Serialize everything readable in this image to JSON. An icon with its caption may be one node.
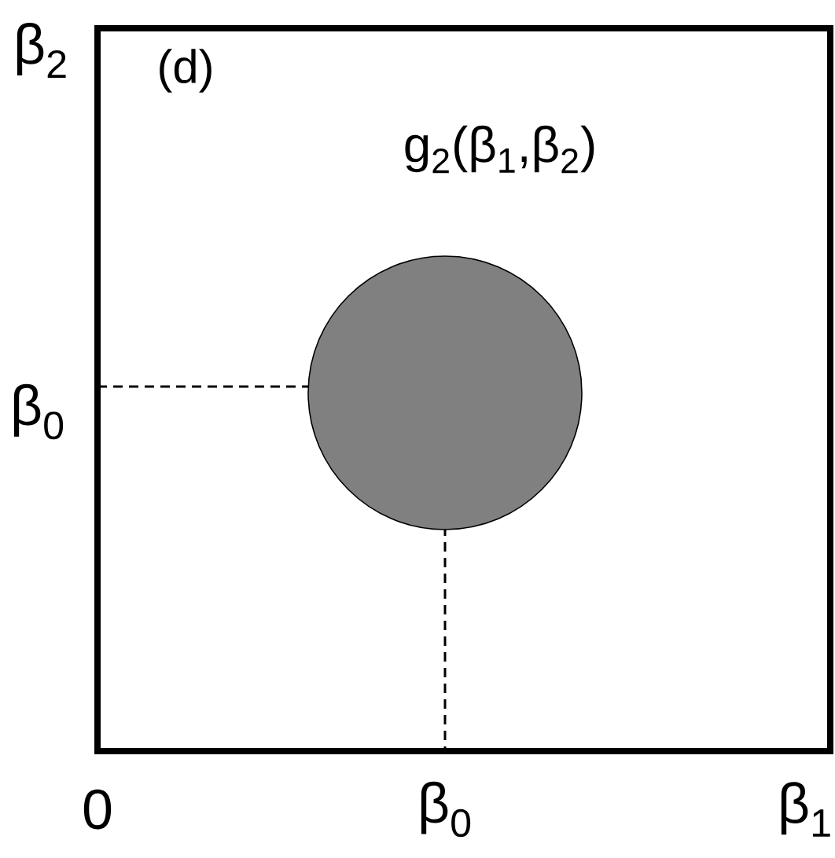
{
  "diagram": {
    "nodes": [
      {
        "text": [],
        "shape": "circle"
      }
    ],
    "labels": [
      "β$_{2}$",
      "(d)",
      "g$_{2}$(β$_{1}$,β$_{2}$)",
      "β$_{0}$",
      "0",
      "β$_{0}$",
      "β$_{1}$"
    ]
  }
}
